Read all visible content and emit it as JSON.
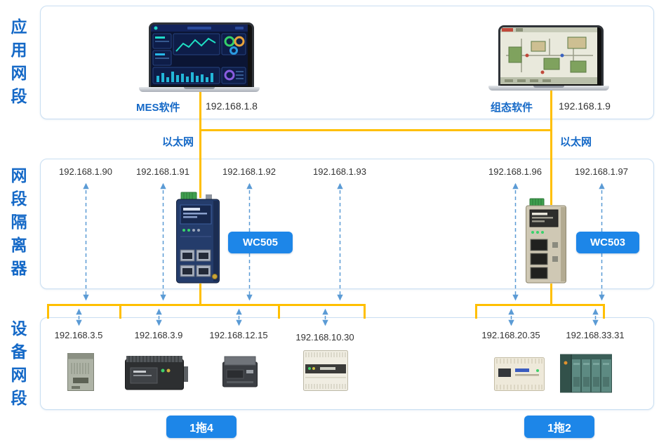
{
  "side_labels": {
    "application": "应用网段",
    "isolator": "网段隔离器",
    "device": "设备网段"
  },
  "application": {
    "mes_label": "MES软件",
    "mes_ip": "192.168.1.8",
    "scada_label": "组态软件",
    "scada_ip": "192.168.1.9",
    "ethernet_left": "以太网",
    "ethernet_right": "以太网"
  },
  "isolator": {
    "wc505_label": "WC505",
    "wc505_ips": [
      "192.168.1.90",
      "192.168.1.91",
      "192.168.1.92",
      "192.168.1.93"
    ],
    "wc503_label": "WC503",
    "wc503_ips": [
      "192.168.1.96",
      "192.168.1.97"
    ]
  },
  "device": {
    "group1_badge": "1拖4",
    "group1_ips": [
      "192.168.3.5",
      "192.168.3.9",
      "192.168.12.15",
      "192.168.10.30"
    ],
    "group2_badge": "1拖2",
    "group2_ips": [
      "192.168.20.35",
      "192.168.33.31"
    ]
  },
  "colors": {
    "accent_blue": "#1569c7",
    "badge_blue": "#1d86e8",
    "line_yellow": "#ffbf00",
    "dash_blue": "#5b9bd5"
  }
}
